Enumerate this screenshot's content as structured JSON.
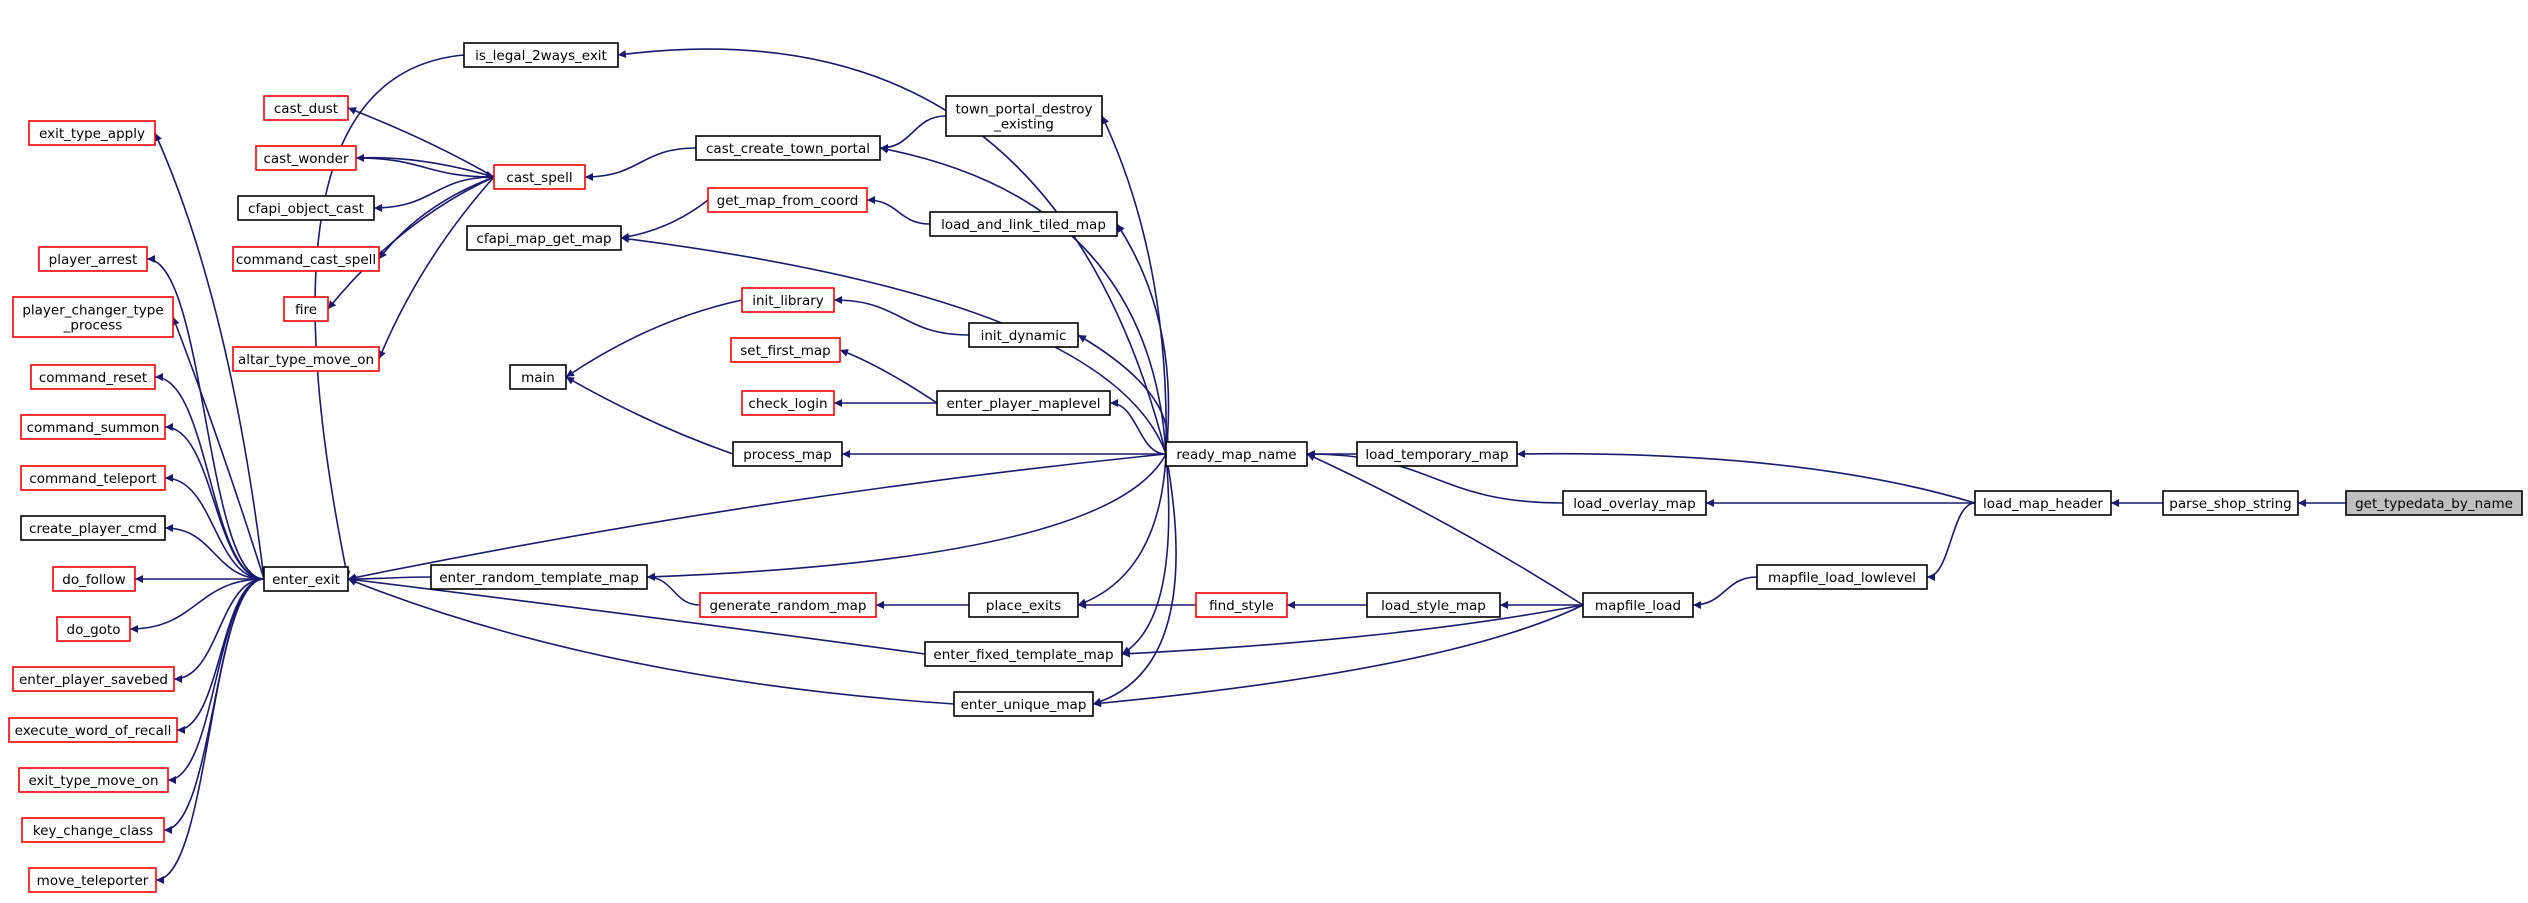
{
  "colors": {
    "edge": "#191970",
    "border_black": "#000000",
    "border_red": "#ff0000",
    "highlight_fill": "#bfbfbf",
    "node_fill": "#ffffff"
  },
  "nodes": {
    "get_typedata_by_name": {
      "lines": [
        "get_typedata_by_name"
      ],
      "border": "black",
      "highlight": true
    },
    "parse_shop_string": {
      "lines": [
        "parse_shop_string"
      ],
      "border": "black"
    },
    "load_map_header": {
      "lines": [
        "load_map_header"
      ],
      "border": "black"
    },
    "load_temporary_map": {
      "lines": [
        "load_temporary_map"
      ],
      "border": "black"
    },
    "load_overlay_map": {
      "lines": [
        "load_overlay_map"
      ],
      "border": "black"
    },
    "mapfile_load_lowlevel": {
      "lines": [
        "mapfile_load_lowlevel"
      ],
      "border": "black"
    },
    "mapfile_load": {
      "lines": [
        "mapfile_load"
      ],
      "border": "black"
    },
    "load_style_map": {
      "lines": [
        "load_style_map"
      ],
      "border": "black"
    },
    "find_style": {
      "lines": [
        "find_style"
      ],
      "border": "red"
    },
    "ready_map_name": {
      "lines": [
        "ready_map_name"
      ],
      "border": "black"
    },
    "is_legal_2ways_exit": {
      "lines": [
        "is_legal_2ways_exit"
      ],
      "border": "black"
    },
    "town_portal_destroy_existing": {
      "lines": [
        "town_portal_destroy",
        "_existing"
      ],
      "border": "black"
    },
    "cast_create_town_portal": {
      "lines": [
        "cast_create_town_portal"
      ],
      "border": "black"
    },
    "load_and_link_tiled_map": {
      "lines": [
        "load_and_link_tiled_map"
      ],
      "border": "black"
    },
    "get_map_from_coord": {
      "lines": [
        "get_map_from_coord"
      ],
      "border": "red"
    },
    "cfapi_map_get_map": {
      "lines": [
        "cfapi_map_get_map"
      ],
      "border": "black"
    },
    "init_dynamic": {
      "lines": [
        "init_dynamic"
      ],
      "border": "black"
    },
    "init_library": {
      "lines": [
        "init_library"
      ],
      "border": "red"
    },
    "main": {
      "lines": [
        "main"
      ],
      "border": "black"
    },
    "enter_player_maplevel": {
      "lines": [
        "enter_player_maplevel"
      ],
      "border": "black"
    },
    "set_first_map": {
      "lines": [
        "set_first_map"
      ],
      "border": "red"
    },
    "check_login": {
      "lines": [
        "check_login"
      ],
      "border": "red"
    },
    "process_map": {
      "lines": [
        "process_map"
      ],
      "border": "black"
    },
    "enter_random_template_map": {
      "lines": [
        "enter_random_template_map"
      ],
      "border": "black"
    },
    "generate_random_map": {
      "lines": [
        "generate_random_map"
      ],
      "border": "red"
    },
    "place_exits": {
      "lines": [
        "place_exits"
      ],
      "border": "black"
    },
    "enter_fixed_template_map": {
      "lines": [
        "enter_fixed_template_map"
      ],
      "border": "black"
    },
    "enter_unique_map": {
      "lines": [
        "enter_unique_map"
      ],
      "border": "black"
    },
    "enter_exit": {
      "lines": [
        "enter_exit"
      ],
      "border": "black"
    },
    "cast_spell": {
      "lines": [
        "cast_spell"
      ],
      "border": "red"
    },
    "cast_dust": {
      "lines": [
        "cast_dust"
      ],
      "border": "red"
    },
    "cast_wonder": {
      "lines": [
        "cast_wonder"
      ],
      "border": "red"
    },
    "cfapi_object_cast": {
      "lines": [
        "cfapi_object_cast"
      ],
      "border": "black"
    },
    "command_cast_spell": {
      "lines": [
        "command_cast_spell"
      ],
      "border": "red"
    },
    "fire": {
      "lines": [
        "fire"
      ],
      "border": "red"
    },
    "altar_type_move_on": {
      "lines": [
        "altar_type_move_on"
      ],
      "border": "red"
    },
    "exit_type_apply": {
      "lines": [
        "exit_type_apply"
      ],
      "border": "red"
    },
    "player_arrest": {
      "lines": [
        "player_arrest"
      ],
      "border": "red"
    },
    "player_changer_type_process": {
      "lines": [
        "player_changer_type",
        "_process"
      ],
      "border": "red"
    },
    "command_reset": {
      "lines": [
        "command_reset"
      ],
      "border": "red"
    },
    "command_summon": {
      "lines": [
        "command_summon"
      ],
      "border": "red"
    },
    "command_teleport": {
      "lines": [
        "command_teleport"
      ],
      "border": "red"
    },
    "create_player_cmd": {
      "lines": [
        "create_player_cmd"
      ],
      "border": "black"
    },
    "do_follow": {
      "lines": [
        "do_follow"
      ],
      "border": "red"
    },
    "do_goto": {
      "lines": [
        "do_goto"
      ],
      "border": "red"
    },
    "enter_player_savebed": {
      "lines": [
        "enter_player_savebed"
      ],
      "border": "red"
    },
    "execute_word_of_recall": {
      "lines": [
        "execute_word_of_recall"
      ],
      "border": "red"
    },
    "exit_type_move_on": {
      "lines": [
        "exit_type_move_on"
      ],
      "border": "red"
    },
    "key_change_class": {
      "lines": [
        "key_change_class"
      ],
      "border": "red"
    },
    "move_teleporter": {
      "lines": [
        "move_teleporter"
      ],
      "border": "red"
    }
  },
  "edges": [
    [
      "parse_shop_string",
      "get_typedata_by_name"
    ],
    [
      "load_map_header",
      "parse_shop_string"
    ],
    [
      "load_temporary_map",
      "load_map_header"
    ],
    [
      "load_overlay_map",
      "load_map_header"
    ],
    [
      "mapfile_load_lowlevel",
      "load_map_header"
    ],
    [
      "mapfile_load",
      "mapfile_load_lowlevel"
    ],
    [
      "ready_map_name",
      "load_temporary_map"
    ],
    [
      "ready_map_name",
      "load_overlay_map"
    ],
    [
      "ready_map_name",
      "mapfile_load"
    ],
    [
      "load_style_map",
      "mapfile_load"
    ],
    [
      "enter_fixed_template_map",
      "mapfile_load"
    ],
    [
      "enter_unique_map",
      "mapfile_load"
    ],
    [
      "find_style",
      "load_style_map"
    ],
    [
      "place_exits",
      "find_style"
    ],
    [
      "generate_random_map",
      "place_exits"
    ],
    [
      "enter_random_template_map",
      "generate_random_map"
    ],
    [
      "is_legal_2ways_exit",
      "ready_map_name"
    ],
    [
      "town_portal_destroy_existing",
      "ready_map_name"
    ],
    [
      "cast_create_town_portal",
      "ready_map_name"
    ],
    [
      "load_and_link_tiled_map",
      "ready_map_name"
    ],
    [
      "cfapi_map_get_map",
      "ready_map_name"
    ],
    [
      "init_dynamic",
      "ready_map_name"
    ],
    [
      "enter_player_maplevel",
      "ready_map_name"
    ],
    [
      "process_map",
      "ready_map_name"
    ],
    [
      "enter_exit",
      "ready_map_name"
    ],
    [
      "enter_random_template_map",
      "ready_map_name"
    ],
    [
      "place_exits",
      "ready_map_name"
    ],
    [
      "enter_fixed_template_map",
      "ready_map_name"
    ],
    [
      "enter_unique_map",
      "ready_map_name"
    ],
    [
      "cast_create_town_portal",
      "town_portal_destroy_existing"
    ],
    [
      "get_map_from_coord",
      "load_and_link_tiled_map"
    ],
    [
      "cfapi_map_get_map",
      "get_map_from_coord"
    ],
    [
      "cast_spell",
      "cast_create_town_portal"
    ],
    [
      "init_library",
      "init_dynamic"
    ],
    [
      "main",
      "init_library"
    ],
    [
      "main",
      "process_map"
    ],
    [
      "set_first_map",
      "enter_player_maplevel"
    ],
    [
      "check_login",
      "enter_player_maplevel"
    ],
    [
      "enter_exit",
      "is_legal_2ways_exit"
    ],
    [
      "enter_exit",
      "enter_random_template_map"
    ],
    [
      "enter_exit",
      "enter_fixed_template_map"
    ],
    [
      "enter_exit",
      "enter_unique_map"
    ],
    [
      "cast_dust",
      "cast_spell"
    ],
    [
      "cast_wonder",
      "cast_spell"
    ],
    [
      "cast_spell",
      "cast_wonder"
    ],
    [
      "cfapi_object_cast",
      "cast_spell"
    ],
    [
      "command_cast_spell",
      "cast_spell"
    ],
    [
      "fire",
      "cast_spell"
    ],
    [
      "altar_type_move_on",
      "cast_spell"
    ],
    [
      "exit_type_apply",
      "enter_exit"
    ],
    [
      "player_arrest",
      "enter_exit"
    ],
    [
      "player_changer_type_process",
      "enter_exit"
    ],
    [
      "command_reset",
      "enter_exit"
    ],
    [
      "command_summon",
      "enter_exit"
    ],
    [
      "command_teleport",
      "enter_exit"
    ],
    [
      "create_player_cmd",
      "enter_exit"
    ],
    [
      "do_follow",
      "enter_exit"
    ],
    [
      "do_goto",
      "enter_exit"
    ],
    [
      "enter_player_savebed",
      "enter_exit"
    ],
    [
      "execute_word_of_recall",
      "enter_exit"
    ],
    [
      "exit_type_move_on",
      "enter_exit"
    ],
    [
      "key_change_class",
      "enter_exit"
    ],
    [
      "move_teleporter",
      "enter_exit"
    ]
  ]
}
